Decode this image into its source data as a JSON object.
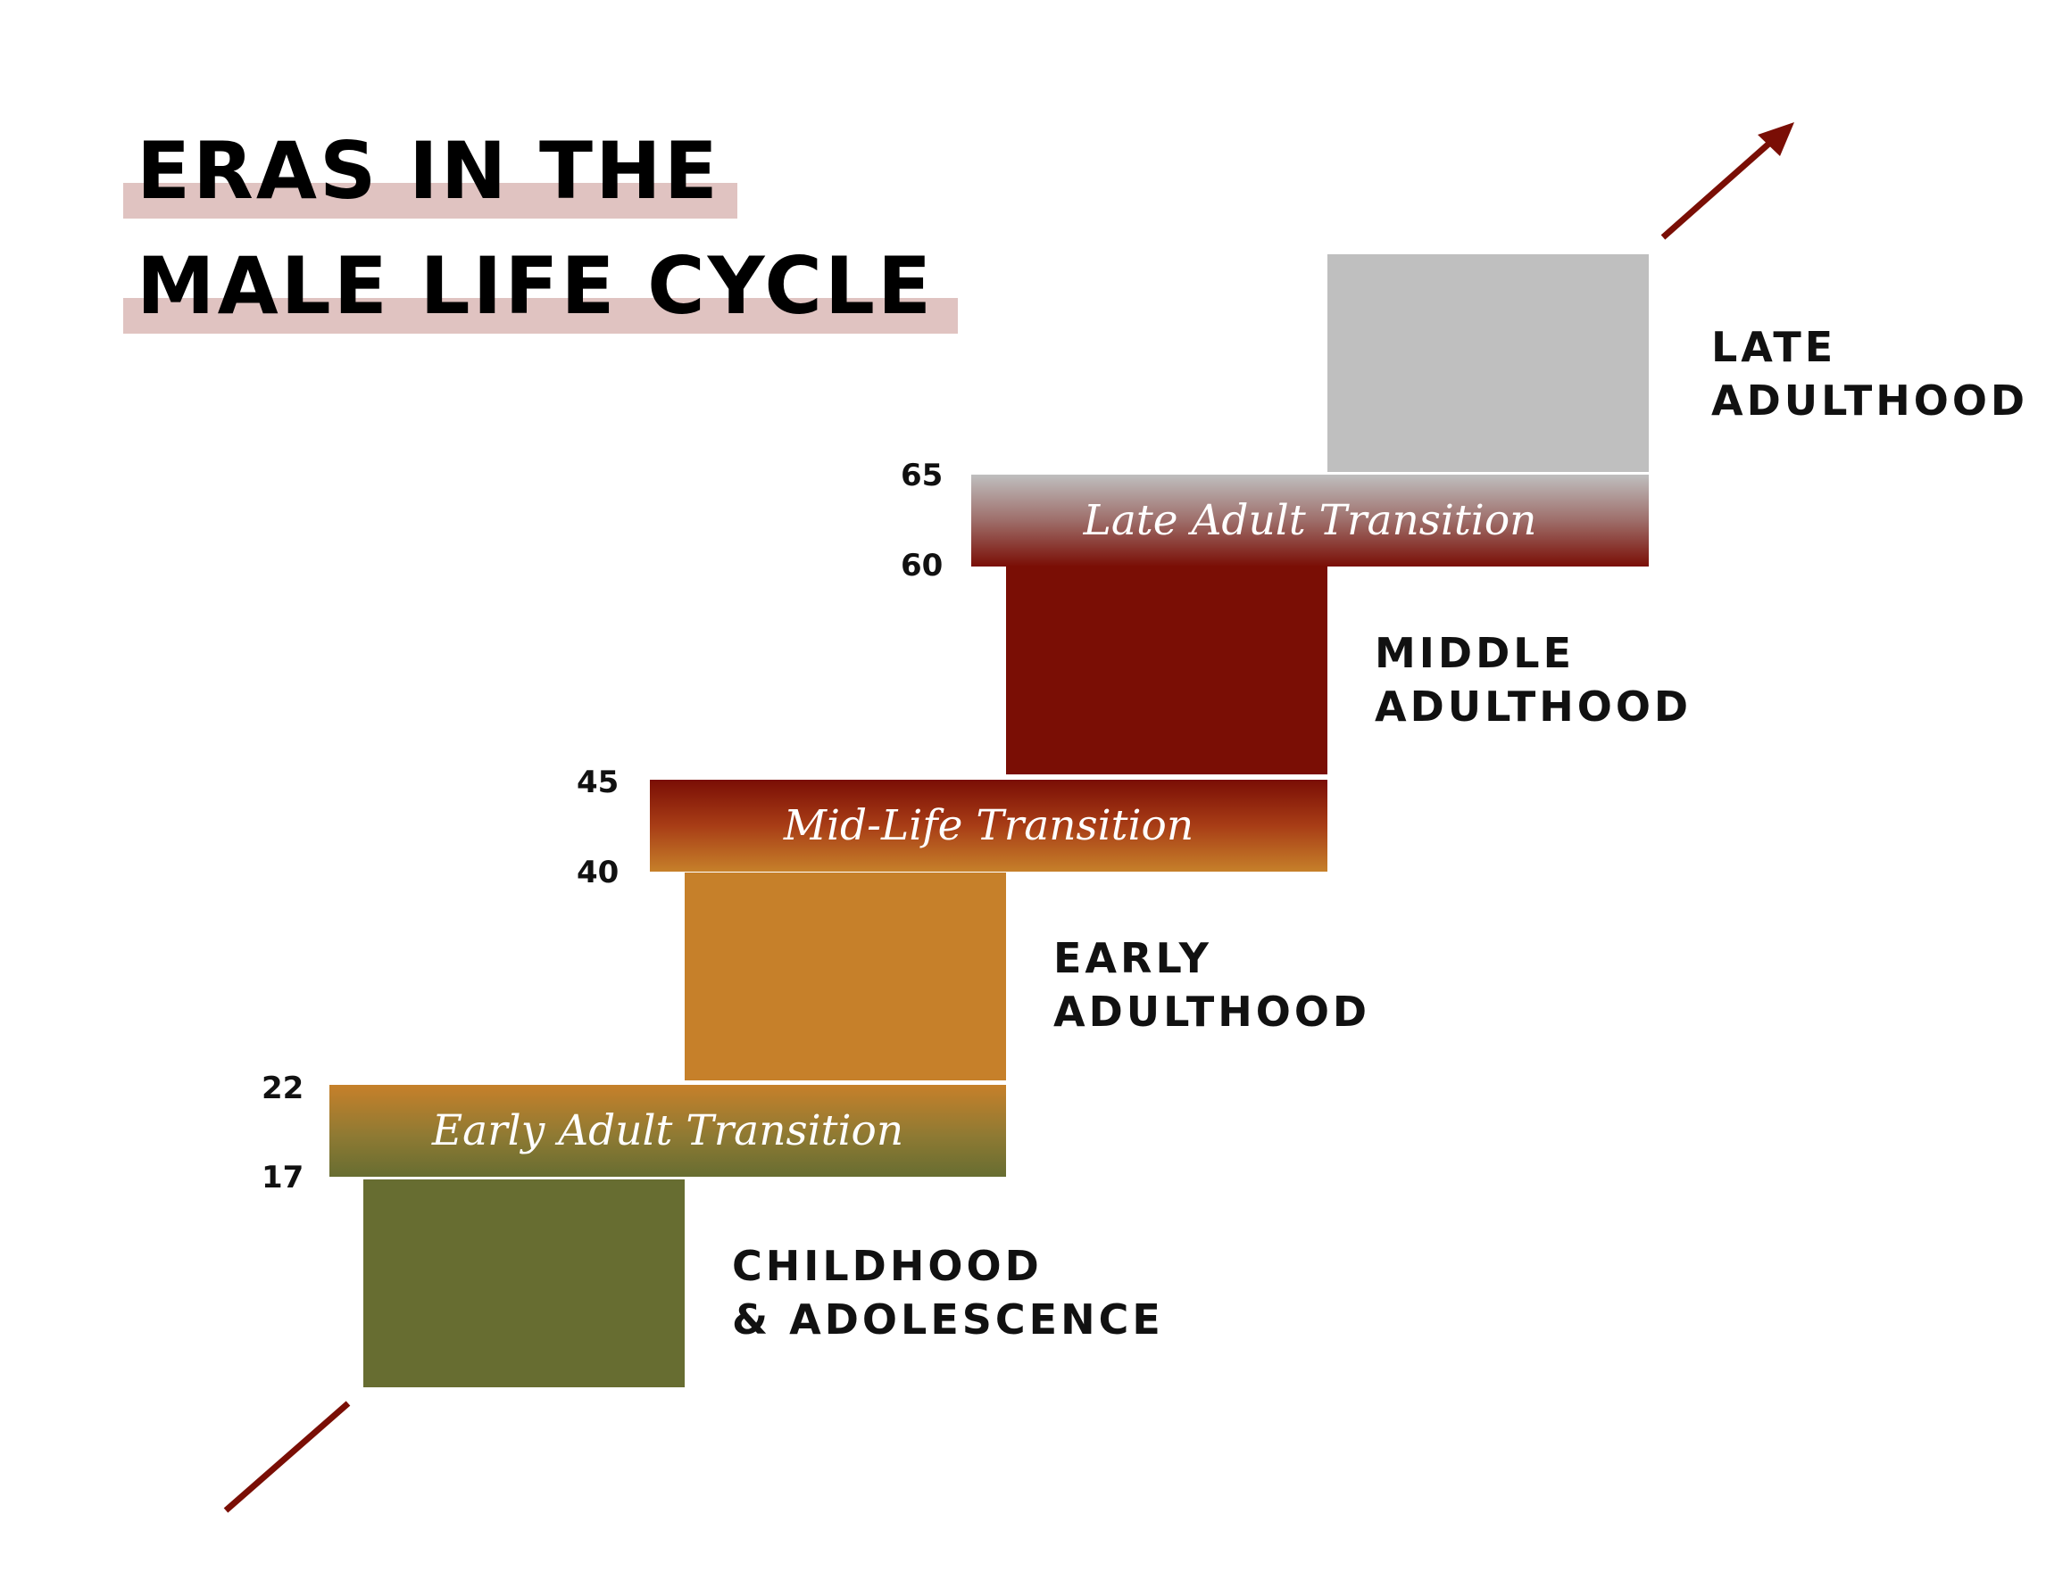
{
  "title": {
    "line1": "ERAS IN THE",
    "line2": "MALE LIFE CYCLE"
  },
  "eras": [
    {
      "line1": "CHILDHOOD",
      "line2": "& ADOLESCENCE",
      "color": "#676d31"
    },
    {
      "line1": "EARLY",
      "line2": "ADULTHOOD",
      "color": "#c6802a"
    },
    {
      "line1": "MIDDLE",
      "line2": "ADULTHOOD",
      "color": "#7a0e05"
    },
    {
      "line1": "LATE",
      "line2": "ADULTHOOD",
      "color": "#bfbfbf"
    }
  ],
  "transitions": [
    {
      "label": "Early Adult Transition",
      "start_age": "17",
      "end_age": "22"
    },
    {
      "label": "Mid-Life Transition",
      "start_age": "40",
      "end_age": "45"
    },
    {
      "label": "Late Adult Transition",
      "start_age": "60",
      "end_age": "65"
    }
  ],
  "colors": {
    "arrow": "#7a0e05",
    "title_highlight": "#e0c3c1"
  },
  "icons": [
    "arrow-in-icon",
    "arrow-out-icon"
  ]
}
